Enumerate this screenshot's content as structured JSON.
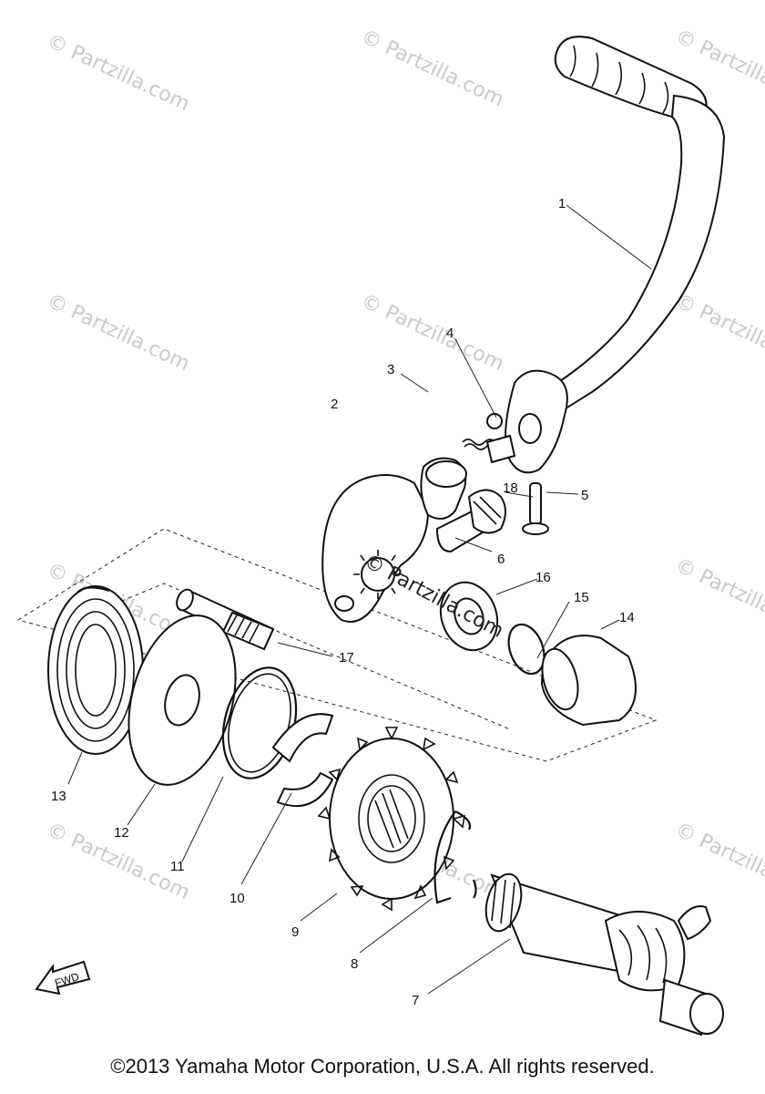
{
  "watermark": {
    "text": "© Partzilla.com",
    "highlighted_text": "© Partzilla.com"
  },
  "parts": [
    {
      "number": "1"
    },
    {
      "number": "2"
    },
    {
      "number": "3"
    },
    {
      "number": "4"
    },
    {
      "number": "5"
    },
    {
      "number": "6"
    },
    {
      "number": "7"
    },
    {
      "number": "8"
    },
    {
      "number": "9"
    },
    {
      "number": "10"
    },
    {
      "number": "11"
    },
    {
      "number": "12"
    },
    {
      "number": "13"
    },
    {
      "number": "14"
    },
    {
      "number": "15"
    },
    {
      "number": "16"
    },
    {
      "number": "17"
    },
    {
      "number": "18"
    }
  ],
  "direction_marker": {
    "label": "FWD"
  },
  "footer": {
    "copyright": "©2013 Yamaha Motor Corporation, U.S.A. All rights reserved."
  }
}
